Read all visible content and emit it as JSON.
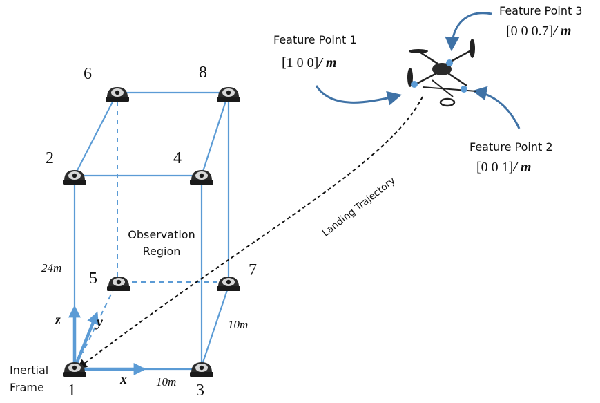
{
  "labels": {
    "feature_point_1": "Feature Point 1",
    "feature_point_1_vec": "[1   0   0]",
    "feature_point_2": "Feature Point 2",
    "feature_point_2_vec": "[0   0   1]",
    "feature_point_3": "Feature Point 3",
    "feature_point_3_vec": "[0   0   0.7]",
    "unit": "/ m",
    "landing_trajectory": "Landing Trajectory",
    "observation_region_line1": "Observation",
    "observation_region_line2": "Region",
    "inertial_frame_line1": "Inertial",
    "inertial_frame_line2": "Frame",
    "dim_height": "24m",
    "dim_depth": "10m",
    "dim_width": "10m",
    "axis_x": "x",
    "axis_y": "y",
    "axis_z": "z"
  },
  "cameras": [
    {
      "id": "1"
    },
    {
      "id": "2"
    },
    {
      "id": "3"
    },
    {
      "id": "4"
    },
    {
      "id": "5"
    },
    {
      "id": "6"
    },
    {
      "id": "7"
    },
    {
      "id": "8"
    }
  ],
  "colors": {
    "edge": "#5b9bd5",
    "arrow": "#3f72a6",
    "trajectory": "#111111",
    "camera": "#2b2b2b"
  }
}
